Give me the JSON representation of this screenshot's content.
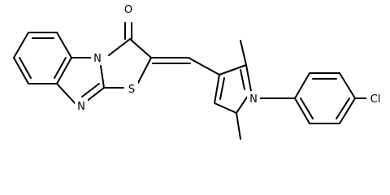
{
  "molecule": {
    "atoms": [
      {
        "id": "O1",
        "label": "O"
      },
      {
        "id": "N1",
        "label": "N"
      },
      {
        "id": "N2",
        "label": "N"
      },
      {
        "id": "S1",
        "label": "S"
      },
      {
        "id": "N3",
        "label": "N"
      },
      {
        "id": "Cl1",
        "label": "Cl"
      }
    ],
    "colors": {
      "bond": "#000000",
      "text": "#000000",
      "background": "#ffffff"
    }
  }
}
